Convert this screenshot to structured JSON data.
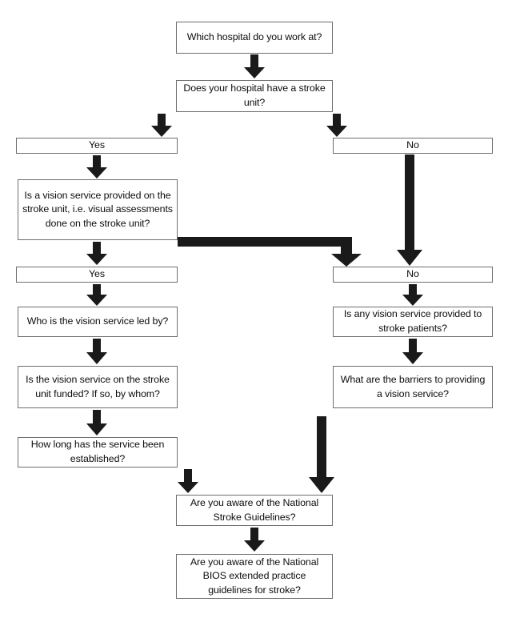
{
  "diagram": {
    "type": "flowchart",
    "title": "Stroke vision service survey question flow",
    "orientation": "top-to-bottom",
    "colors": {
      "box_border": "#6e6e6e",
      "box_fill": "#ffffff",
      "arrow": "#1a1a1a",
      "text": "#0d0d0d"
    },
    "nodes": [
      {
        "id": "q-hospital",
        "text": "Which hospital do you work at?",
        "kind": "question"
      },
      {
        "id": "q-stroke-unit",
        "text": "Does your hospital have a stroke unit?",
        "kind": "question"
      },
      {
        "id": "ans-unit-yes",
        "text": "Yes",
        "kind": "answer"
      },
      {
        "id": "ans-unit-no",
        "text": "No",
        "kind": "answer"
      },
      {
        "id": "q-vision-on-unit",
        "text": "Is a vision service provided on the stroke unit, i.e. visual assessments done on the stroke unit?",
        "kind": "question"
      },
      {
        "id": "ans-vision-yes",
        "text": "Yes",
        "kind": "answer"
      },
      {
        "id": "ans-vision-no",
        "text": "No",
        "kind": "answer"
      },
      {
        "id": "q-led-by",
        "text": "Who is the vision service led by?",
        "kind": "question"
      },
      {
        "id": "q-funded",
        "text": "Is the vision service on the stroke unit funded? If so, by whom?",
        "kind": "question"
      },
      {
        "id": "q-how-long",
        "text": "How long has the service been established?",
        "kind": "question"
      },
      {
        "id": "q-any-vision",
        "text": "Is any vision service provided to stroke patients?",
        "kind": "question"
      },
      {
        "id": "q-barriers",
        "text": "What are the barriers to providing a vision service?",
        "kind": "question"
      },
      {
        "id": "q-national-stroke",
        "text": "Are you aware of the National Stroke Guidelines?",
        "kind": "question"
      },
      {
        "id": "q-bios",
        "text": "Are you aware of the National BIOS extended practice guidelines for stroke?",
        "kind": "question"
      }
    ],
    "edges": [
      {
        "from": "q-hospital",
        "to": "q-stroke-unit",
        "style": "straight-down"
      },
      {
        "from": "q-stroke-unit",
        "to": "ans-unit-yes",
        "style": "straight-down"
      },
      {
        "from": "q-stroke-unit",
        "to": "ans-unit-no",
        "style": "straight-down"
      },
      {
        "from": "ans-unit-yes",
        "to": "q-vision-on-unit",
        "style": "straight-down"
      },
      {
        "from": "ans-unit-no",
        "to": "ans-vision-no",
        "style": "long-down"
      },
      {
        "from": "q-vision-on-unit",
        "to": "ans-vision-yes",
        "style": "straight-down"
      },
      {
        "from": "q-vision-on-unit",
        "to": "ans-vision-no",
        "style": "elbow-right-down"
      },
      {
        "from": "ans-vision-yes",
        "to": "q-led-by",
        "style": "straight-down"
      },
      {
        "from": "q-led-by",
        "to": "q-funded",
        "style": "straight-down"
      },
      {
        "from": "q-funded",
        "to": "q-how-long",
        "style": "straight-down"
      },
      {
        "from": "ans-vision-no",
        "to": "q-any-vision",
        "style": "straight-down"
      },
      {
        "from": "q-any-vision",
        "to": "q-barriers",
        "style": "straight-down"
      },
      {
        "from": "q-how-long",
        "to": "q-national-stroke",
        "style": "straight-down"
      },
      {
        "from": "q-barriers",
        "to": "q-national-stroke",
        "style": "long-down"
      },
      {
        "from": "q-national-stroke",
        "to": "q-bios",
        "style": "straight-down"
      }
    ]
  }
}
